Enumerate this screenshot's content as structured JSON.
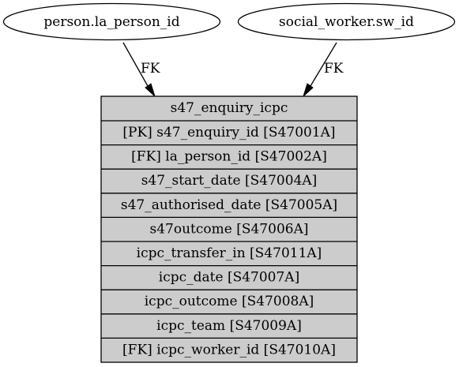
{
  "nodes": {
    "person": {
      "label": "person.la_person_id"
    },
    "social_worker": {
      "label": "social_worker.sw_id"
    }
  },
  "edges": {
    "person_fk": {
      "label": "FK"
    },
    "social_worker_fk": {
      "label": "FK"
    }
  },
  "table": {
    "name": "s47_enquiry_icpc",
    "fields": [
      "[PK] s47_enquiry_id [S47001A]",
      "[FK] la_person_id [S47002A]",
      "s47_start_date [S47004A]",
      "s47_authorised_date [S47005A]",
      "s47outcome [S47006A]",
      "icpc_transfer_in [S47011A]",
      "icpc_date [S47007A]",
      "icpc_outcome [S47008A]",
      "icpc_team [S47009A]",
      "[FK] icpc_worker_id [S47010A]"
    ]
  },
  "colors": {
    "table_fill": "#cccccc",
    "stroke": "#000000",
    "background": "#ffffff"
  }
}
